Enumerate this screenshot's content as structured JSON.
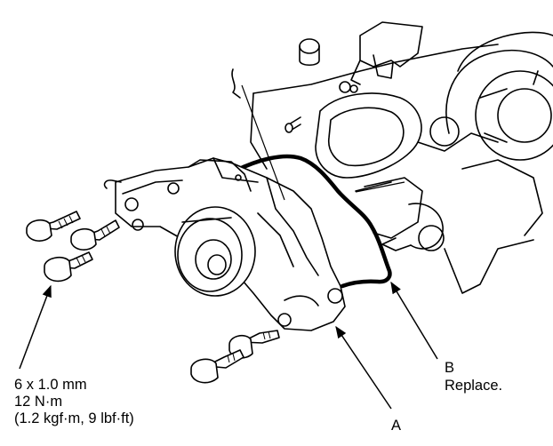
{
  "callouts": {
    "bolt_spec": {
      "size": "6 x 1.0 mm",
      "torque_nm": "12 N·m",
      "torque_alt": "(1.2 kgf·m, 9 lbf·ft)"
    },
    "a": {
      "letter": "A"
    },
    "b": {
      "letter": "B",
      "note": "Replace."
    }
  }
}
